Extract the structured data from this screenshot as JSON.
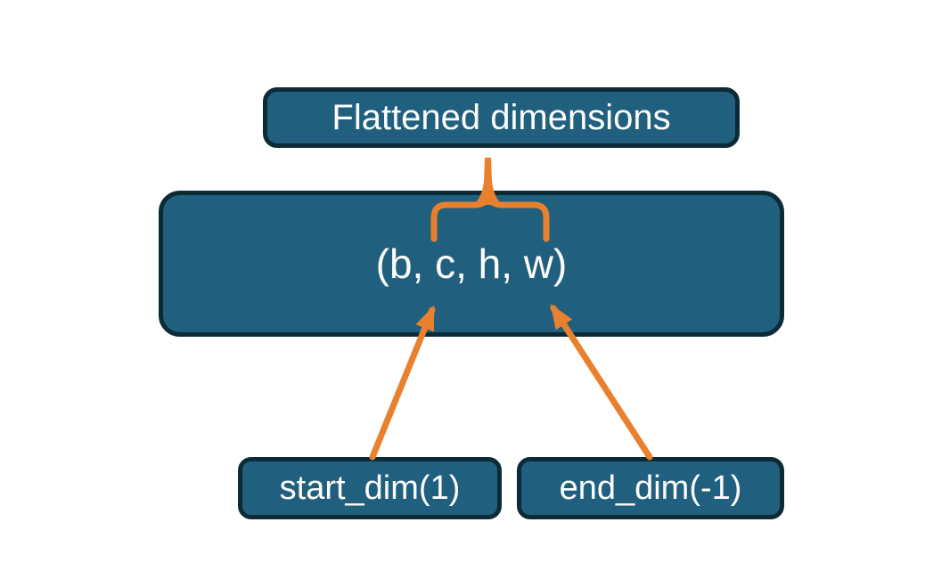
{
  "diagram": {
    "flattened_node": {
      "label": "Flattened dimensions"
    },
    "tensor_node": {
      "label": "(b, c, h, w)"
    },
    "start_dim_node": {
      "label": "start_dim(1)"
    },
    "end_dim_node": {
      "label": "end_dim(-1)"
    },
    "icons": [
      "brace-up-icon",
      "arrow-up-right-icon",
      "arrow-up-left-icon"
    ]
  },
  "palette": {
    "node_fill": "#20607e",
    "node_border": "#0d2a37",
    "accent_orange": "#e8802e",
    "text_color": "#fdfdfd",
    "background": "#ffffff"
  }
}
